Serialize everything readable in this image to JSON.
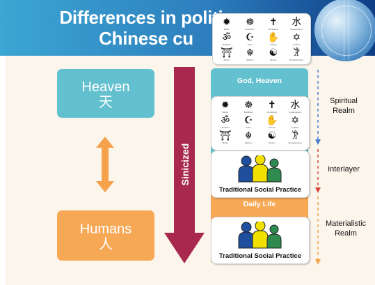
{
  "slide": {
    "title_line1": "Differences in politic",
    "title_line2": "Chinese cu"
  },
  "heaven_box": {
    "en": "Heaven",
    "zh": "天"
  },
  "humans_box": {
    "en": "Humans",
    "zh": "人"
  },
  "sinicized_label": "Sinicized",
  "god_heaven_label": "God, Heaven",
  "daily_life_label": "Daily Life",
  "tsp_label": "Traditional Social Practice",
  "realm_labels": {
    "spiritual": "Spiritual Realm",
    "interlayer": "Interlayer",
    "materialistic": "Materialistic Realm"
  },
  "religion_symbols": [
    {
      "glyph": "✹",
      "label": "Baha'i"
    },
    {
      "glyph": "☸",
      "label": "Buddhism"
    },
    {
      "glyph": "✝",
      "label": "Christianity"
    },
    {
      "glyph": "水",
      "label": "Confucianism"
    },
    {
      "glyph": "ॐ",
      "label": "Hinduism"
    },
    {
      "glyph": "☪",
      "label": "Islam"
    },
    {
      "glyph": "✋",
      "label": "Jainism"
    },
    {
      "glyph": "✡",
      "label": "Judaism"
    },
    {
      "glyph": "⛩",
      "label": "Shinto"
    },
    {
      "glyph": "☬",
      "label": "Sikhism"
    },
    {
      "glyph": "☯",
      "label": "Taoism"
    },
    {
      "glyph": "𐦂",
      "label": "Zoroastrianism"
    }
  ],
  "colors": {
    "blue_box": "#62c0cf",
    "orange_box": "#f7a854",
    "arrow_crimson": "#a8294d",
    "double_arrow": "#f6a24c",
    "dash_blue": "#4a7fd0",
    "dash_red": "#d8483a",
    "dash_orange": "#f3a54a",
    "people_blue": "#1f4e9c",
    "people_yellow": "#f2e000",
    "people_green": "#2f8a4f"
  }
}
